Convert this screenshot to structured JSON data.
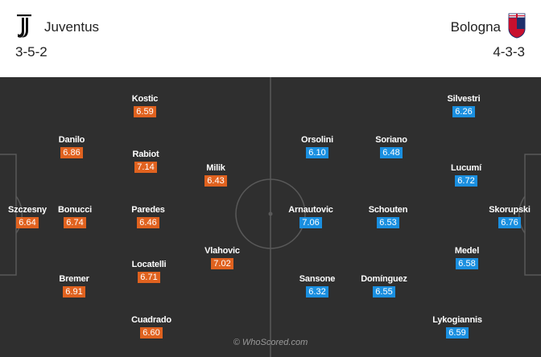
{
  "home": {
    "name": "Juventus",
    "formation": "3-5-2",
    "color": "#e0621f"
  },
  "away": {
    "name": "Bologna",
    "formation": "4-3-3",
    "color": "#1a8fe0"
  },
  "watermark": "© WhoScored.com",
  "home_players": [
    {
      "name": "Szczesny",
      "rating": "6.64"
    },
    {
      "name": "Danilo",
      "rating": "6.86"
    },
    {
      "name": "Bonucci",
      "rating": "6.74"
    },
    {
      "name": "Bremer",
      "rating": "6.91"
    },
    {
      "name": "Kostic",
      "rating": "6.59"
    },
    {
      "name": "Rabiot",
      "rating": "7.14"
    },
    {
      "name": "Paredes",
      "rating": "6.46"
    },
    {
      "name": "Locatelli",
      "rating": "6.71"
    },
    {
      "name": "Cuadrado",
      "rating": "6.60"
    },
    {
      "name": "Milik",
      "rating": "6.43"
    },
    {
      "name": "Vlahovic",
      "rating": "7.02"
    }
  ],
  "away_players": [
    {
      "name": "Silvestri",
      "rating": "6.26"
    },
    {
      "name": "Orsolini",
      "rating": "6.10"
    },
    {
      "name": "Soriano",
      "rating": "6.48"
    },
    {
      "name": "Lucumí",
      "rating": "6.72"
    },
    {
      "name": "Arnautovic",
      "rating": "7.06"
    },
    {
      "name": "Schouten",
      "rating": "6.53"
    },
    {
      "name": "Skorupski",
      "rating": "6.76"
    },
    {
      "name": "Medel",
      "rating": "6.58"
    },
    {
      "name": "Sansone",
      "rating": "6.32"
    },
    {
      "name": "Domínguez",
      "rating": "6.55"
    },
    {
      "name": "Lykogiannis",
      "rating": "6.59"
    }
  ]
}
